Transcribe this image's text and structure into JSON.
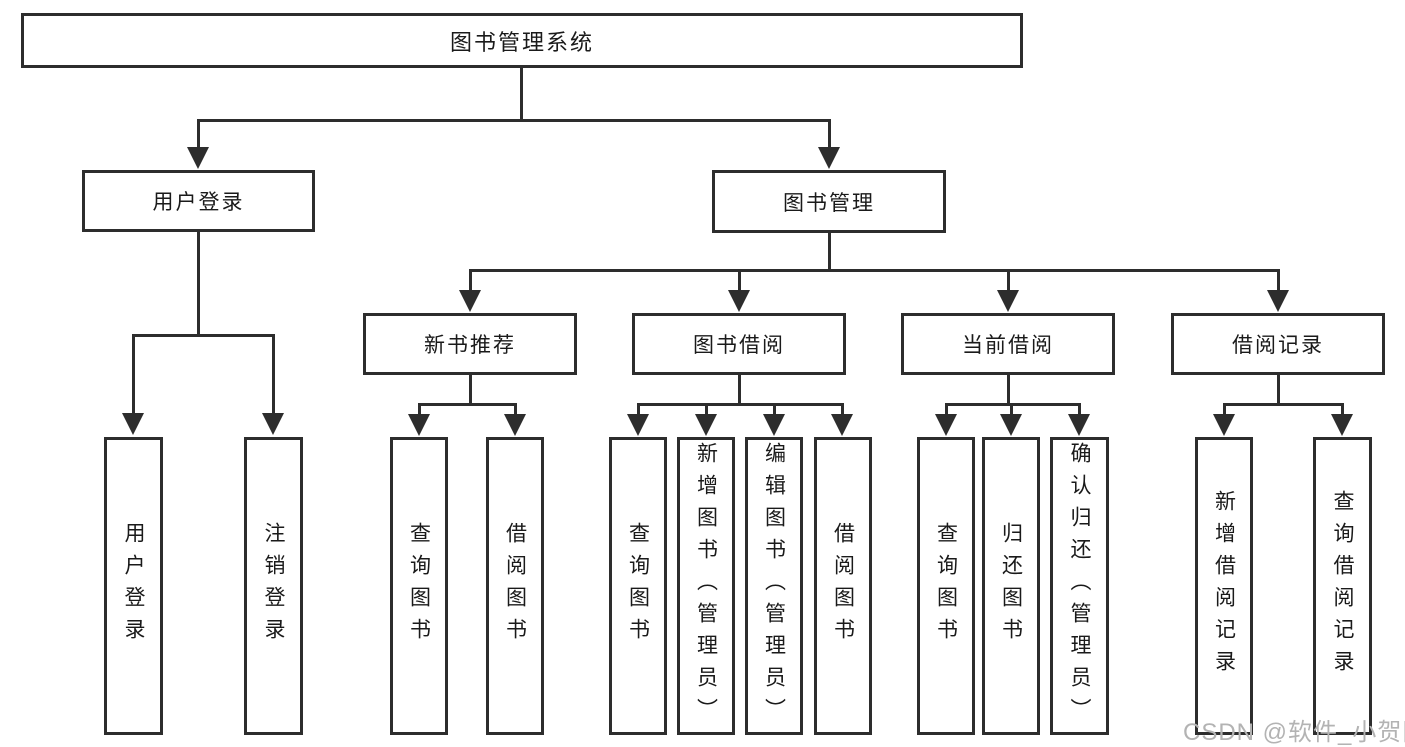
{
  "diagram_type": "org-chart",
  "colors": {
    "line": "#2d2d2d",
    "node_border": "#2d2d2d",
    "node_text": "#1a1a1a",
    "background": "#ffffff",
    "watermark": "#b3b3b3"
  },
  "tree": {
    "label": "图书管理系统",
    "children": [
      {
        "label": "用户登录",
        "children": [
          {
            "label": "用户登录"
          },
          {
            "label": "注销登录"
          }
        ]
      },
      {
        "label": "图书管理",
        "children": [
          {
            "label": "新书推荐",
            "children": [
              {
                "label": "查询图书"
              },
              {
                "label": "借阅图书"
              }
            ]
          },
          {
            "label": "图书借阅",
            "children": [
              {
                "label": "查询图书"
              },
              {
                "label": "新增图书（管理员）"
              },
              {
                "label": "编辑图书（管理员）"
              },
              {
                "label": "借阅图书"
              }
            ]
          },
          {
            "label": "当前借阅",
            "children": [
              {
                "label": "查询图书"
              },
              {
                "label": "归还图书"
              },
              {
                "label": "确认归还（管理员）"
              }
            ]
          },
          {
            "label": "借阅记录",
            "children": [
              {
                "label": "新增借阅记录"
              },
              {
                "label": "查询借阅记录"
              }
            ]
          }
        ]
      }
    ]
  },
  "watermark": {
    "text": "CSDN @软件_小贺同学"
  }
}
